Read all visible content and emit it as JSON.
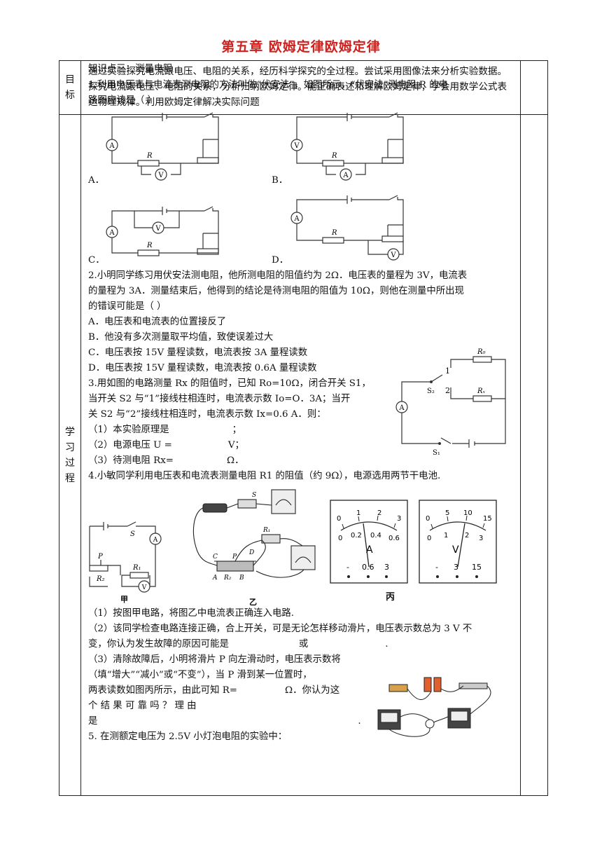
{
  "title": "第五章  欧姆定律欧姆定律",
  "goal": {
    "label": "目标",
    "text": "通过实验探究电流跟电压、电阻的关系，经历科学探究的全过程。尝试采用图像法来分析实验数据。探究电流跟电压、电阻的关系，分析归纳欧姆定律。能正确表述和理解欧姆定律，学会用数学公式表达物理规律。利用欧姆定律解决实际问题"
  },
  "process": {
    "label": "学习过程",
    "section": "知识点三：测量电阻",
    "q1": {
      "line1": "1.利用电压表与电流表测电阻的方法叫做“伏安法”，如图所示，“伏安法”测电阻 R 的电",
      "line2": "路图应该是（        ）",
      "options": [
        "A．",
        "B．",
        "C．",
        "D．"
      ],
      "meter_a": "A",
      "meter_v": "V",
      "resistor": "R"
    },
    "q2": {
      "lines": [
        "2.小明同学练习用伏安法测电阻，他所测电阻的阻值约为 2Ω．电压表的量程为 3V，电流表",
        "的量程为 3A．测量结束后，他得到的结论是待测电阻的阻值为 10Ω，则他在测量中所出现",
        "的错误可能是（        ）"
      ],
      "options": [
        "A．电压表和电流表的位置接反了",
        "B．他没有多次测量取平均值，致使误差过大",
        "C．电压表按 15V 量程读数，电流表按 3A 量程读数",
        "D．电压表按 15V 量程读数，电流表按 0.6A 量程读数"
      ]
    },
    "q3": {
      "lines": [
        "3.用如图的电路测量 Rx 的阻值时，已知 Ro=10Ω，闭合开关 S1，",
        "当开关 S2 与“1”接线柱相连时，电流表示数 Io=O．3A；当开",
        "关 S2 与“2”接线柱相连时，电流表示数 Ix=0.6 A．则："
      ],
      "sub": [
        "（1）本实验原理是",
        "；",
        "（2）电源电压 U =",
        "V；",
        "（3）待测电阻 Rx=",
        "Ω．"
      ],
      "circuit": {
        "r0": "R₀",
        "rx": "Rₓ",
        "s2": "S₂",
        "s1": "S₁",
        "t1": "1",
        "t2": "2",
        "meter": "A"
      }
    },
    "q4": {
      "intro": "4.小敏同学利用电压表和电流表测量电阻 R1 的阻值（约 9Ω），电源选用两节干电池.",
      "jia": {
        "caption": "甲",
        "s": "S",
        "p": "P",
        "r1": "R₁",
        "r2": "R₂",
        "a": "A",
        "v": "V"
      },
      "yi": {
        "caption": "乙",
        "s": "S",
        "r1": "R₁",
        "c": "C",
        "p": "P",
        "d": "D",
        "a": "A",
        "r2": "R₂",
        "b": "B"
      },
      "bing": {
        "caption": "丙",
        "ammeter": {
          "top": [
            "0",
            "1",
            "2",
            "3"
          ],
          "bottom": [
            "0",
            "0.2",
            "0.4",
            "0.6"
          ],
          "unit": "A",
          "terminals": [
            "-",
            "0.6",
            "3"
          ]
        },
        "voltmeter": {
          "top": [
            "0",
            "5",
            "10",
            "15"
          ],
          "bottom": [
            "0",
            "1",
            "2",
            "3"
          ],
          "unit": "V",
          "terminals": [
            "-",
            "3",
            "15"
          ]
        }
      },
      "sub": [
        "（1）按图甲电路，将图乙中电流表正确连入电路.",
        "（2）该同学检查电路连接正确，合上开关，可是无论怎样移动滑片，电压表示数总为 3 V 不",
        "变，你认为发生故障的原因可能是",
        "或",
        "（3）清除故障后，小明将滑片 P 向左滑动时，电压表示数将",
        "（填“增大”“减小”或“不变”），当 P 滑到某一位置时，",
        "两表读数如图丙所示，由此可知 R=",
        "Ω．你认为这",
        "个    结    果    可    靠    吗    ？    理    由",
        "是"
      ]
    },
    "q5": "5. 在测额定电压为 2.5V 小灯泡电阻的实验中："
  }
}
